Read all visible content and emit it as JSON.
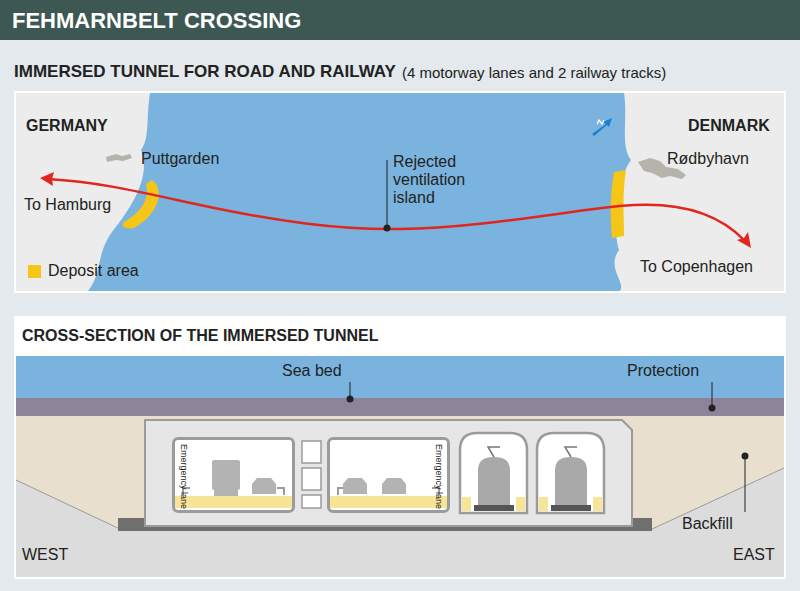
{
  "diagram": {
    "title": "FEHMARNBELT CROSSING",
    "nodes": [
      {
        "text": [
          "Emergency lane"
        ]
      },
      {
        "text": [
          "Emergency lane"
        ]
      }
    ],
    "labels": [
      "IMMERSED TUNNEL FOR ROAD AND RAILWAY",
      "(4 motorway lanes and 2 railway tracks)",
      "GERMANY",
      "DENMARK",
      "Puttgarden",
      "Rødbyhavn",
      "To Hamburg",
      "Rejected ventilation island",
      "To Copenhagen",
      "CROSS-SECTION OF THE IMMERSED TUNNEL",
      "Sea bed",
      "Protection",
      "Backfill",
      "WEST",
      "EAST"
    ],
    "legend": [
      {
        "text": "Deposit area",
        "color": "#f5c518"
      }
    ]
  }
}
